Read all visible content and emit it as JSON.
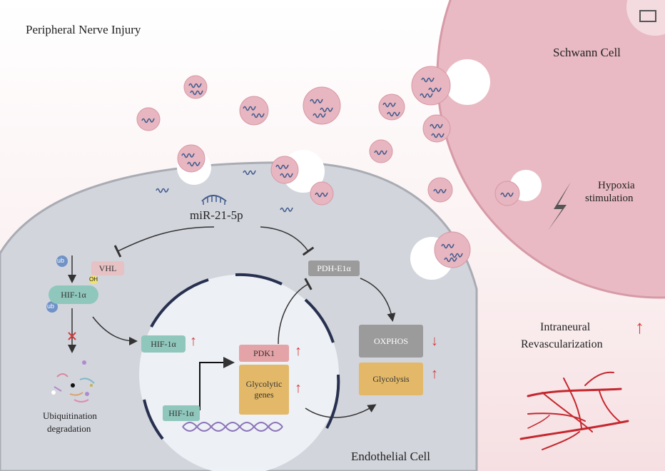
{
  "labels": {
    "title": "Peripheral Nerve Injury",
    "schwann": "Schwann Cell",
    "hypoxia_line1": "Hypoxia",
    "hypoxia_line2": "stimulation",
    "mirna": "miR-21-5p",
    "vhl": "VHL",
    "hif_cyto": "HIF-1α",
    "hif_nuc": "HIF-1α",
    "hif_dna": "HIF-1α",
    "pdh": "PDH-E1α",
    "pdk1": "PDK1",
    "glyco_genes_line1": "Glycolytic",
    "glyco_genes_line2": "genes",
    "oxphos": "OXPHOS",
    "glycolysis": "Glycolysis",
    "ub1": "ub",
    "ub2": "ub",
    "oh": "OH",
    "ubiq_line1": "Ubiquitination",
    "ubiq_line2": "degradation",
    "endo": "Endothelial Cell",
    "revasc_line1": "Intraneural",
    "revasc_line2": "Revascularization"
  },
  "colors": {
    "schwann_fill": "#e9bac3",
    "endo_fill": "#d2d5dc",
    "nucleus_fill": "#edf0f5",
    "vesicle_fill": "#e7b6c0",
    "rna_stroke": "#3f5a8c",
    "hif_fill": "#8fc7bd",
    "pdk1_fill": "#e4a3a6",
    "genes_fill": "#e3b969",
    "oxphos_fill": "#9b9b9b",
    "glycolysis_fill": "#e3b969",
    "pdh_fill": "#9b9b9b",
    "up_arrow": "#d63b3b",
    "vessel": "#c4282e"
  },
  "icons": [
    "window-icon",
    "lightning-icon",
    "ubiquitin-icon",
    "dna-helix-icon",
    "blood-vessel-icon",
    "inhibit-arrow-icon",
    "block-cross-icon"
  ]
}
